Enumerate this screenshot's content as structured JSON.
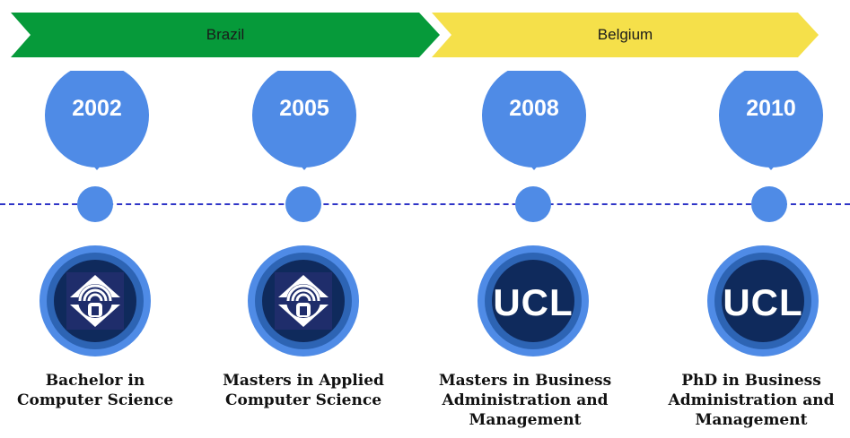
{
  "colors": {
    "brazil_band": "#069a3a",
    "belgium_band": "#f5e04a",
    "bubble": "#4f8be6",
    "timeline_dashes": "#2f35c7",
    "logo_outer": "#4f8be6",
    "logo_inner": "#0f2a5c"
  },
  "bands": [
    {
      "label": "Brazil"
    },
    {
      "label": "Belgium"
    }
  ],
  "milestones": [
    {
      "year": "2002",
      "logo": "university-emblem-icon",
      "degree_lines": [
        "Bachelor in",
        "Computer Science"
      ]
    },
    {
      "year": "2005",
      "logo": "university-emblem-icon",
      "degree_lines": [
        "Masters in Applied",
        "Computer Science"
      ]
    },
    {
      "year": "2008",
      "logo_text": "UCL",
      "degree_lines": [
        "Masters in Business",
        "Administration and",
        "Management"
      ]
    },
    {
      "year": "2010",
      "logo_text": "UCL",
      "degree_lines": [
        "PhD  in Business",
        "Administration and",
        "Management"
      ]
    }
  ]
}
